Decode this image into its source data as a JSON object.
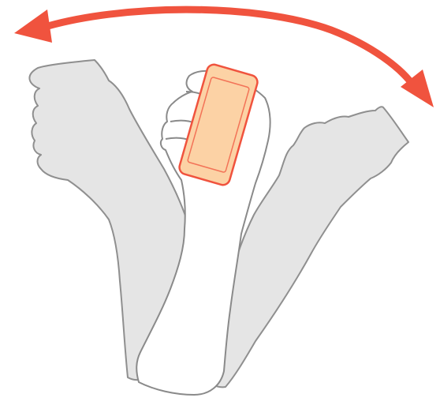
{
  "illustration": {
    "subject": "phone-shake-gesture",
    "icons": [
      "swing-arrow-icon",
      "left-arm",
      "right-arm",
      "center-arm",
      "phone-icon"
    ],
    "colors": {
      "background": "#ffffff",
      "arrow": "#f0533e",
      "ghost_arm_fill": "#e5e5e5",
      "ghost_arm_stroke": "#8f8f8f",
      "front_arm_fill": "#ffffff",
      "front_arm_stroke": "#8a8a8a",
      "phone_fill": "#fcd2a5",
      "phone_stroke": "#f0533e"
    }
  }
}
